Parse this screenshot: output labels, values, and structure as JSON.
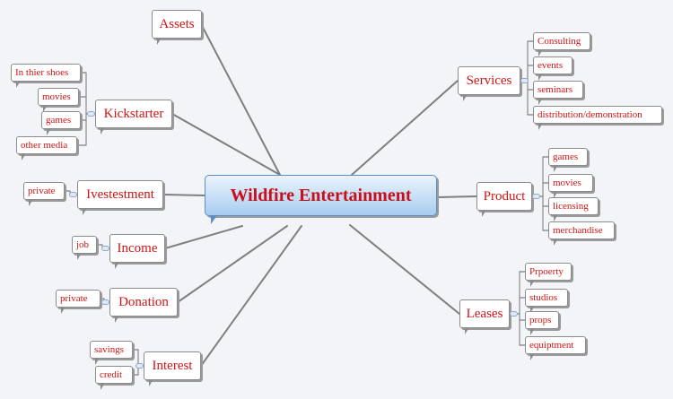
{
  "central": "Wildfire Entertainment",
  "branches": [
    {
      "key": "assets",
      "label": "Assets",
      "children": []
    },
    {
      "key": "kickstarter",
      "label": "Kickstarter",
      "children": [
        "In thier shoes",
        "movies",
        "games",
        "other media"
      ]
    },
    {
      "key": "ivestestment",
      "label": "Ivestestment",
      "children": [
        "private"
      ]
    },
    {
      "key": "income",
      "label": "Income",
      "children": [
        "job"
      ]
    },
    {
      "key": "donation",
      "label": "Donation",
      "children": [
        "private"
      ]
    },
    {
      "key": "interest",
      "label": "Interest",
      "children": [
        "savings",
        "credit"
      ]
    },
    {
      "key": "services",
      "label": "Services",
      "children": [
        "Consulting",
        "events",
        "seminars",
        "distribution/demonstration"
      ]
    },
    {
      "key": "product",
      "label": "Product",
      "children": [
        "games",
        "movies",
        "licensing",
        "merchandise"
      ]
    },
    {
      "key": "leases",
      "label": "Leases",
      "children": [
        "Prpoerty",
        "studios",
        "props",
        "equiptment"
      ]
    }
  ],
  "colors": {
    "text": "#d11414",
    "line": "#7f7f7f",
    "central_border": "#5b8ec5",
    "background": "#f3f4f8"
  }
}
